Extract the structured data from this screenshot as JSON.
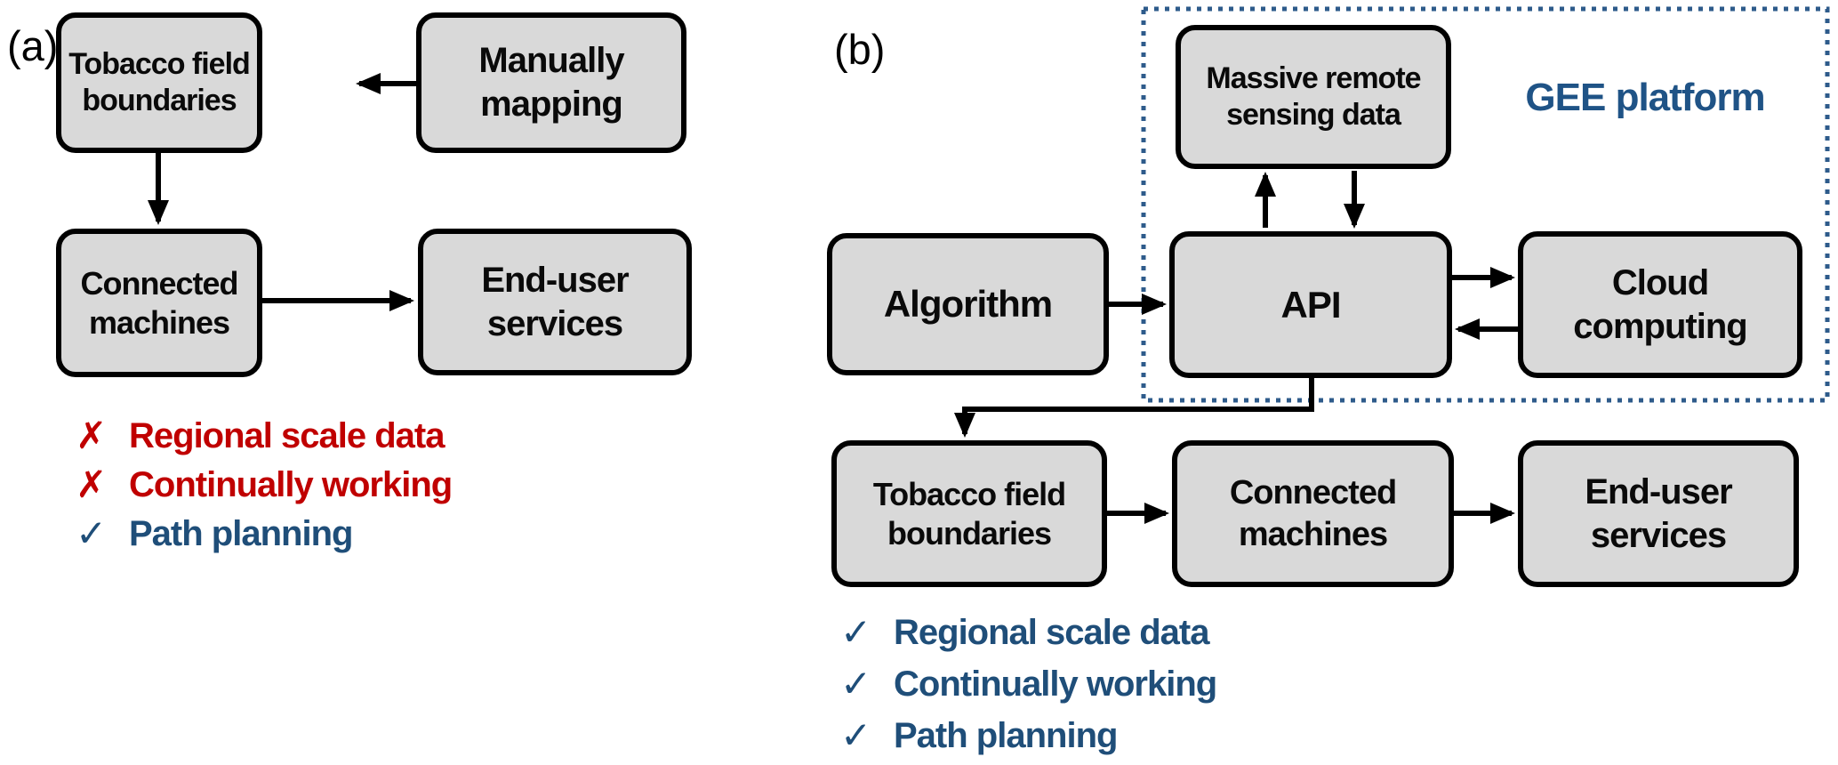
{
  "panel_a": {
    "label": "(a)",
    "boxes": {
      "tobacco": "Tobacco field boundaries",
      "manually": "Manually mapping",
      "connected": "Connected machines",
      "enduser": "End-user services"
    },
    "checklist": [
      {
        "mark": "✗",
        "text": "Regional scale data",
        "status": "negative"
      },
      {
        "mark": "✗",
        "text": "Continually working",
        "status": "negative"
      },
      {
        "mark": "✓",
        "text": "Path planning",
        "status": "positive"
      }
    ]
  },
  "panel_b": {
    "label": "(b)",
    "gee_label": "GEE platform",
    "boxes": {
      "massive": "Massive remote sensing data",
      "algorithm": "Algorithm",
      "api": "API",
      "cloud": "Cloud computing",
      "tobacco": "Tobacco field boundaries",
      "connected": "Connected machines",
      "enduser": "End-user services"
    },
    "checklist": [
      {
        "mark": "✓",
        "text": "Regional scale data",
        "status": "positive"
      },
      {
        "mark": "✓",
        "text": "Continually working",
        "status": "positive"
      },
      {
        "mark": "✓",
        "text": "Path planning",
        "status": "positive"
      }
    ]
  },
  "colors": {
    "box_fill": "#d9d9d9",
    "box_border": "#000000",
    "negative": "#c00000",
    "positive_text": "#1f4e79",
    "gee_blue": "#1f5386",
    "dotted_border": "#2e5b8b"
  }
}
